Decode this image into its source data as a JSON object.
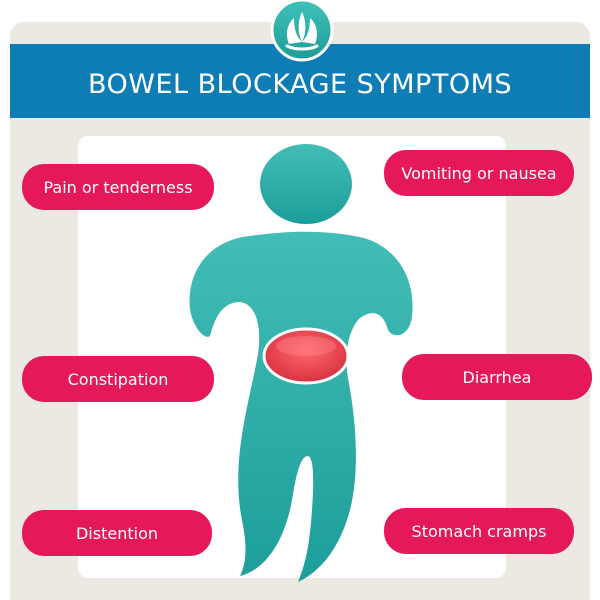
{
  "header": {
    "title": "BOWEL BLOCKAGE SYMPTOMS"
  },
  "symptoms": [
    {
      "label": "Pain or tenderness"
    },
    {
      "label": "Vomiting or nausea"
    },
    {
      "label": "Constipation"
    },
    {
      "label": "Diarrhea"
    },
    {
      "label": "Distention"
    },
    {
      "label": "Stomach cramps"
    }
  ],
  "icons": {
    "logo": "lotus-logo-icon",
    "figure": "human-figure-icon",
    "abdomen": "abdomen-highlight-icon"
  },
  "colors": {
    "banner": "#0f7db5",
    "pill": "#e5185a",
    "figure": "#2fb3ad",
    "abdomen": "#e5404f",
    "frame": "#ece9e3"
  }
}
